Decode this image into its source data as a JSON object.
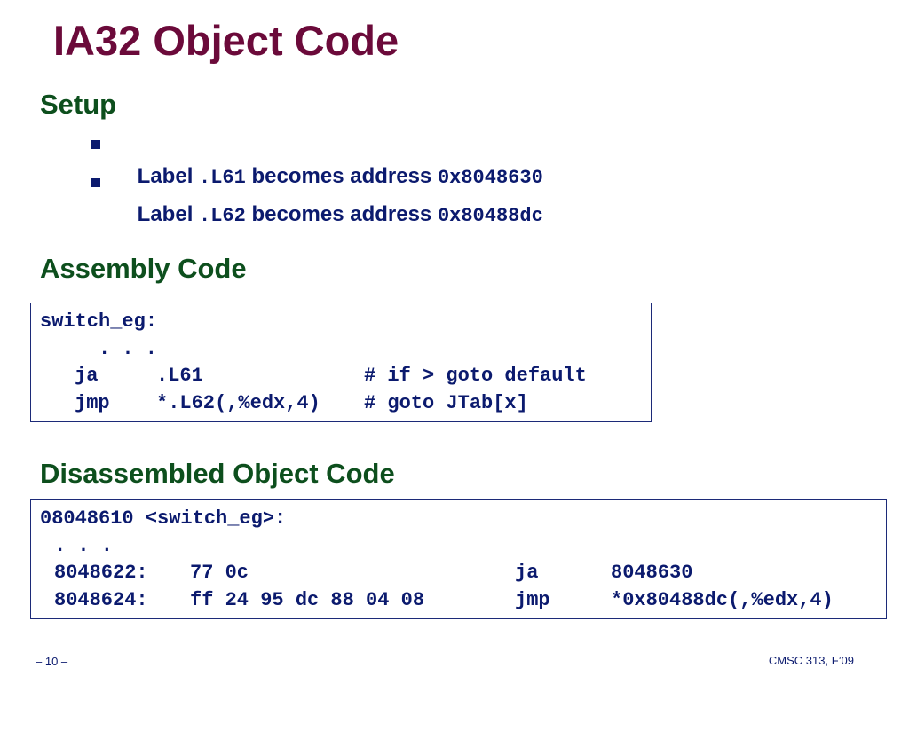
{
  "slide": {
    "title": "IA32 Object Code",
    "setup": {
      "heading": "Setup",
      "bullets": [
        {
          "pre": "Label ",
          "code1": ".L61",
          "mid": " becomes address ",
          "code2": "0x8048630"
        },
        {
          "pre": "Label ",
          "code1": ".L62",
          "mid": " becomes address ",
          "code2": "0x80488dc"
        }
      ]
    },
    "assembly": {
      "heading": "Assembly Code",
      "lines": [
        {
          "label": "switch_eg:"
        },
        {
          "op": ". . ."
        },
        {
          "op": "ja",
          "arg": ".L61",
          "comment": "# if > goto default"
        },
        {
          "op": "jmp",
          "arg": "*.L62(,%edx,4)",
          "comment": "# goto JTab[x]"
        }
      ]
    },
    "disassembly": {
      "heading": "Disassembled Object Code",
      "lines": [
        {
          "label": "08048610 <switch_eg>:"
        },
        {
          "addr": ". . ."
        },
        {
          "addr": "8048622:",
          "bytes": "77 0c",
          "op": "ja",
          "arg": "8048630"
        },
        {
          "addr": "8048624:",
          "bytes": "ff 24 95 dc 88 04 08",
          "op": "jmp",
          "arg": "*0x80488dc(,%edx,4)"
        }
      ]
    },
    "footer": {
      "page": "– 10 –",
      "course": "CMSC 313, F’09"
    }
  }
}
